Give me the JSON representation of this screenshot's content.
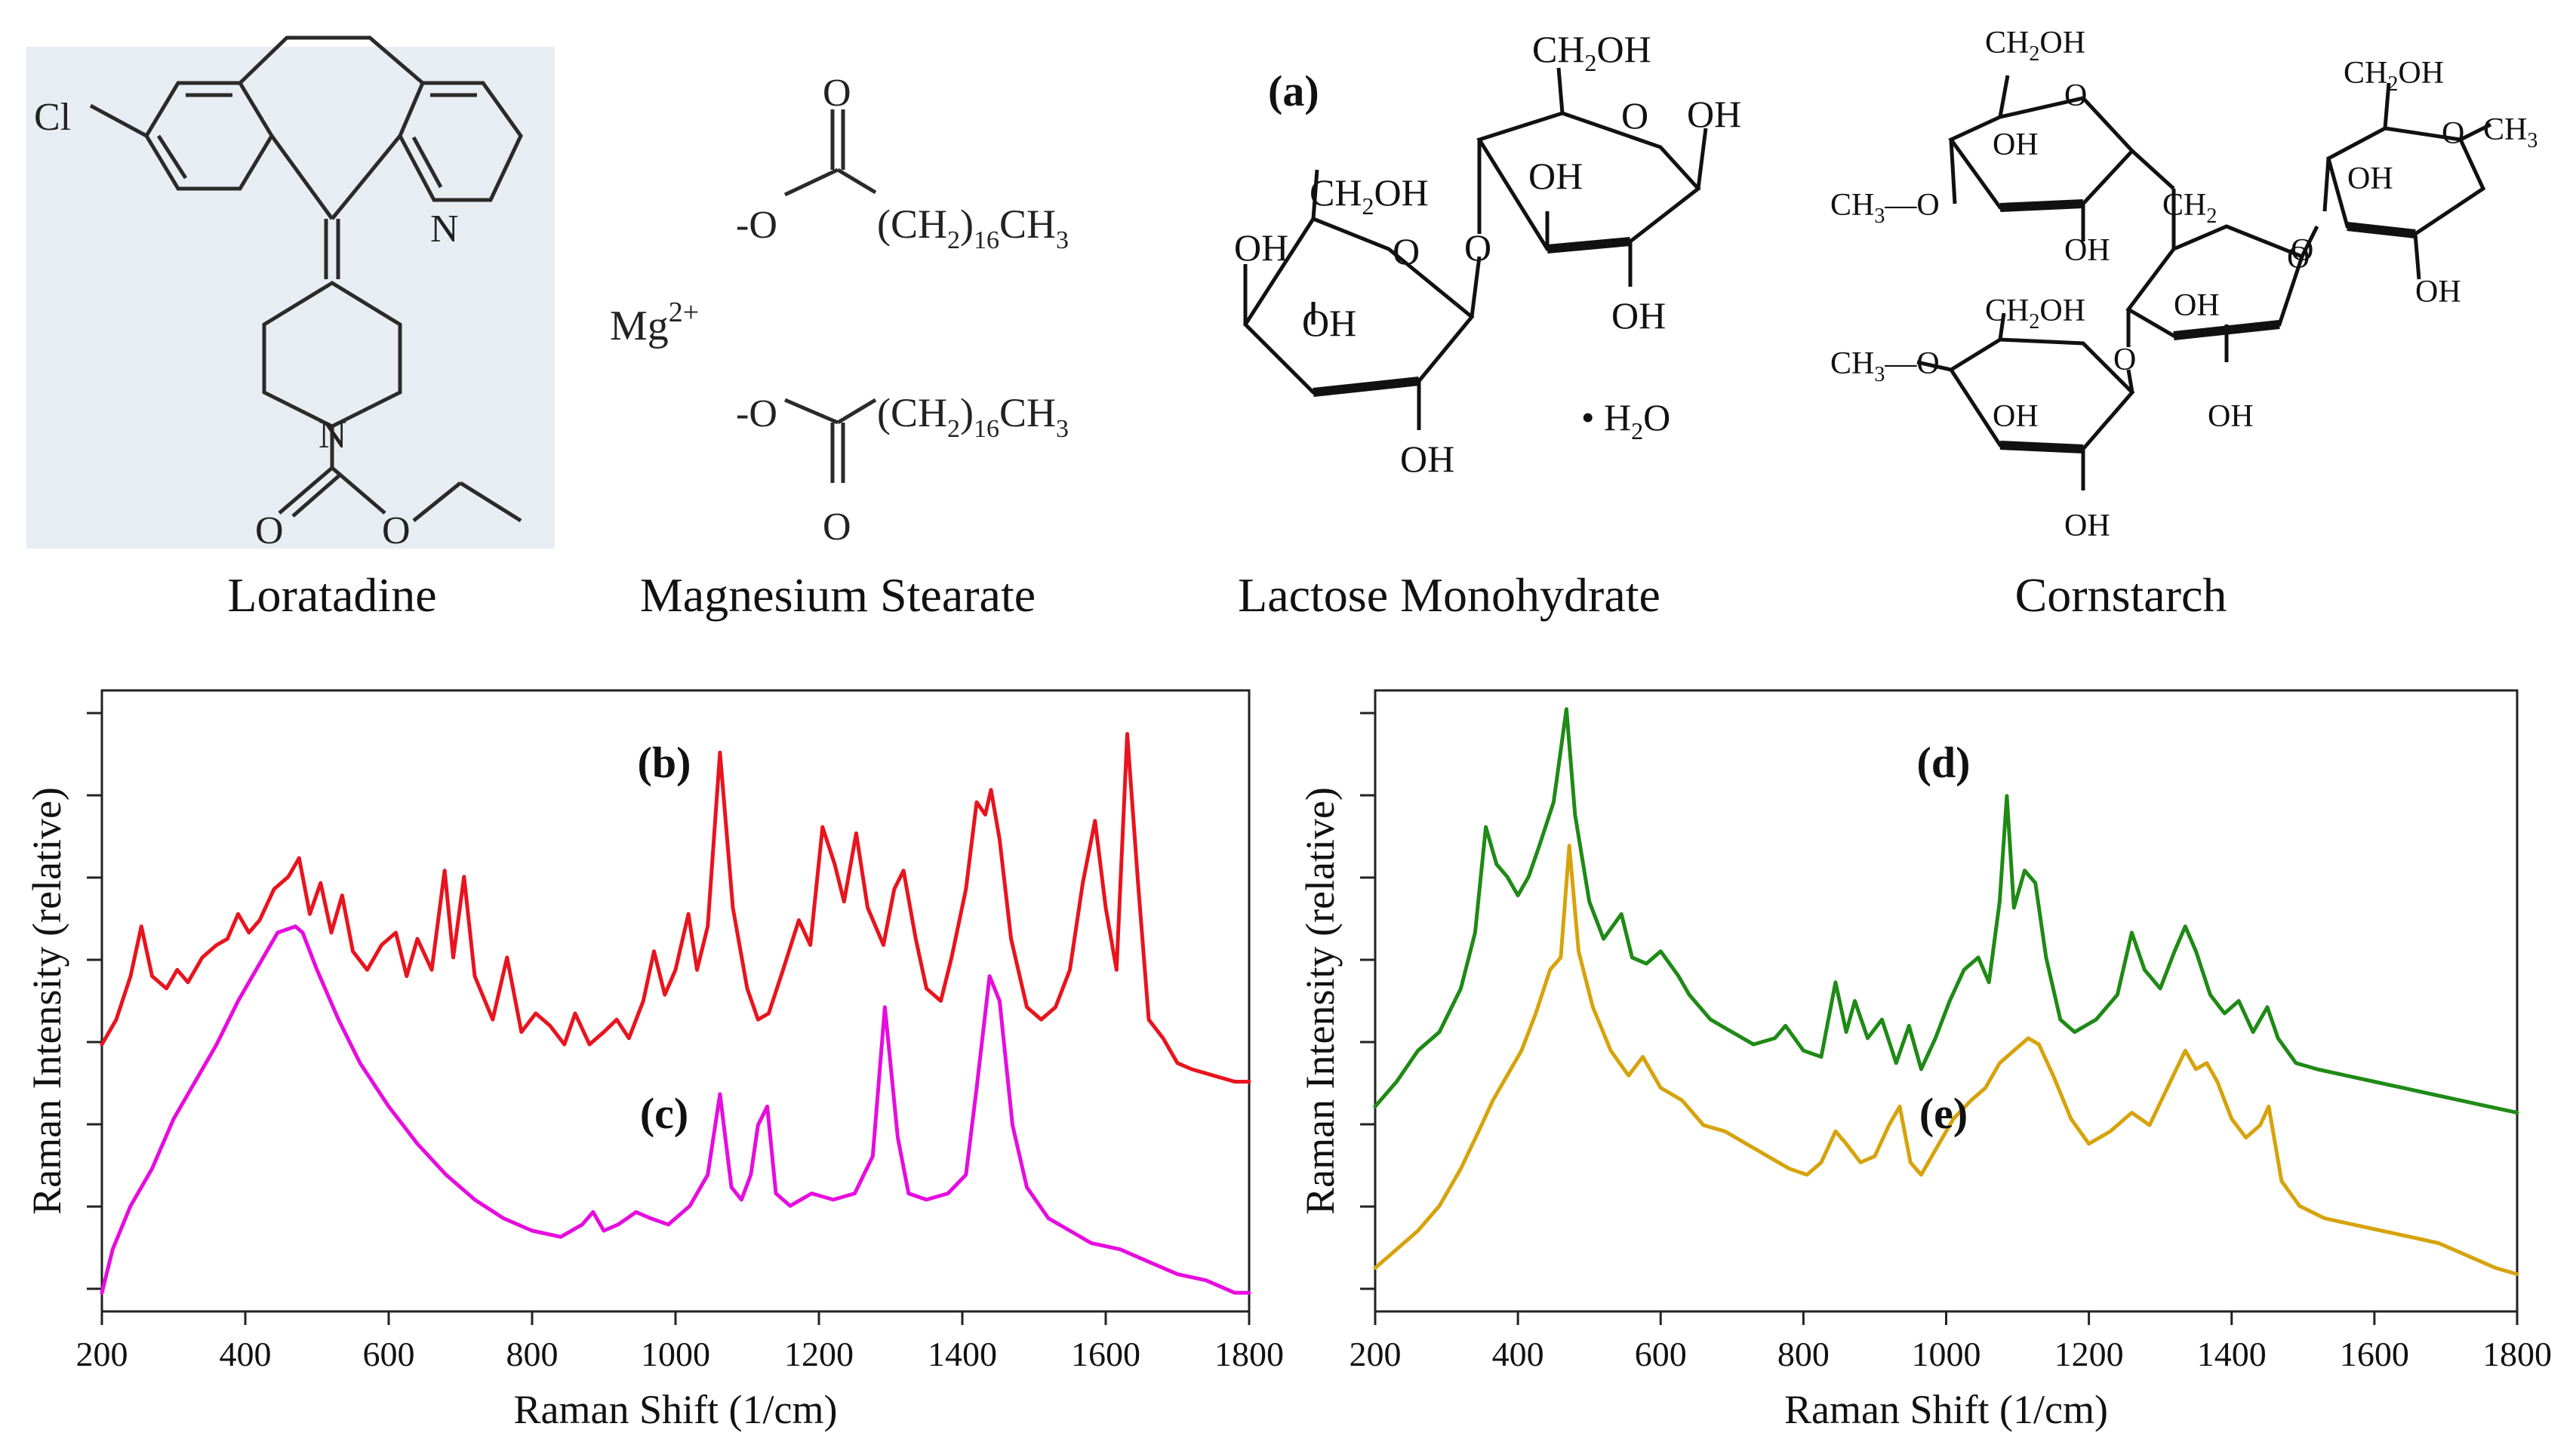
{
  "structures": {
    "panel_label": "(a)",
    "names": [
      "Loratadine",
      "Magnesium Stearate",
      "Lactose Monohydrate",
      "Cornstarch"
    ],
    "atoms": {
      "lor_cl": "Cl",
      "lor_n_pyr": "N",
      "lor_n_pip": "N",
      "lor_o1": "O",
      "lor_o2": "O",
      "mg": "Mg",
      "mg_charge": "2+",
      "ms_o_minus_top": "-O",
      "ms_chain_top": "(CH",
      "ms_sub2": "2",
      "ms_close": ")",
      "ms_sub16": "16",
      "ms_ch": "CH",
      "ms_sub3": "3",
      "ms_o_top": "O",
      "ms_o_bottom": "O",
      "ms_o_minus_bottom": "-O",
      "lac_ch2oh": "CH",
      "lac_oh": "OH",
      "lac_o": "O",
      "lac_h2o": "• H",
      "lac_h2o_o": "O",
      "cs_ch3o": "CH",
      "cs_ch2": "CH",
      "cs_oh": "OH",
      "cs_o": "O",
      "cs_ch2oh": "CH",
      "cs_ch3": "CH"
    }
  },
  "chart_data": [
    {
      "type": "line",
      "panel": "left",
      "xlabel": "Raman Shift (1/cm)",
      "ylabel": "Raman Intensity (relative)",
      "xlim": [
        200,
        1800
      ],
      "ylim": [
        0,
        1
      ],
      "xticks": [
        200,
        400,
        600,
        800,
        1000,
        1200,
        1400,
        1600,
        1800
      ],
      "grid": false,
      "annotations": [
        "(b)",
        "(c)"
      ],
      "series": [
        {
          "color": "#e8141e",
          "label": "(b)",
          "x": [
            200,
            220,
            240,
            255,
            270,
            290,
            305,
            320,
            340,
            360,
            375,
            390,
            405,
            420,
            440,
            460,
            475,
            490,
            505,
            520,
            535,
            550,
            570,
            590,
            610,
            625,
            640,
            660,
            678,
            690,
            705,
            720,
            745,
            765,
            785,
            805,
            825,
            845,
            860,
            880,
            900,
            918,
            935,
            955,
            970,
            985,
            1000,
            1018,
            1030,
            1045,
            1062,
            1080,
            1100,
            1115,
            1130,
            1150,
            1172,
            1188,
            1205,
            1222,
            1235,
            1252,
            1268,
            1290,
            1305,
            1318,
            1335,
            1350,
            1370,
            1385,
            1405,
            1420,
            1432,
            1440,
            1452,
            1468,
            1490,
            1510,
            1530,
            1550,
            1568,
            1585,
            1600,
            1615,
            1630,
            1645,
            1660,
            1680,
            1700,
            1720,
            1750,
            1780,
            1800
          ],
          "values": [
            0.43,
            0.47,
            0.54,
            0.62,
            0.54,
            0.52,
            0.55,
            0.53,
            0.57,
            0.59,
            0.6,
            0.64,
            0.61,
            0.63,
            0.68,
            0.7,
            0.73,
            0.64,
            0.69,
            0.61,
            0.67,
            0.58,
            0.55,
            0.59,
            0.61,
            0.54,
            0.6,
            0.55,
            0.71,
            0.57,
            0.7,
            0.54,
            0.47,
            0.57,
            0.45,
            0.48,
            0.46,
            0.43,
            0.48,
            0.43,
            0.45,
            0.47,
            0.44,
            0.5,
            0.58,
            0.51,
            0.55,
            0.64,
            0.55,
            0.62,
            0.9,
            0.65,
            0.52,
            0.47,
            0.48,
            0.55,
            0.63,
            0.59,
            0.78,
            0.72,
            0.66,
            0.77,
            0.65,
            0.59,
            0.68,
            0.71,
            0.6,
            0.52,
            0.5,
            0.57,
            0.68,
            0.82,
            0.8,
            0.84,
            0.76,
            0.6,
            0.49,
            0.47,
            0.49,
            0.55,
            0.69,
            0.79,
            0.65,
            0.55,
            0.93,
            0.69,
            0.47,
            0.44,
            0.4,
            0.39,
            0.38,
            0.37,
            0.37
          ]
        },
        {
          "color": "#e60cde",
          "label": "(c)",
          "x": [
            200,
            215,
            240,
            270,
            300,
            330,
            360,
            390,
            420,
            445,
            470,
            480,
            500,
            530,
            560,
            600,
            640,
            680,
            720,
            760,
            800,
            840,
            870,
            885,
            900,
            920,
            945,
            965,
            990,
            1020,
            1045,
            1062,
            1078,
            1092,
            1105,
            1115,
            1128,
            1140,
            1160,
            1190,
            1220,
            1250,
            1275,
            1292,
            1310,
            1325,
            1350,
            1380,
            1405,
            1420,
            1438,
            1452,
            1470,
            1490,
            1520,
            1550,
            1580,
            1620,
            1660,
            1700,
            1740,
            1780,
            1800
          ],
          "values": [
            0.03,
            0.1,
            0.17,
            0.23,
            0.31,
            0.37,
            0.43,
            0.5,
            0.56,
            0.61,
            0.62,
            0.61,
            0.55,
            0.47,
            0.4,
            0.33,
            0.27,
            0.22,
            0.18,
            0.15,
            0.13,
            0.12,
            0.14,
            0.16,
            0.13,
            0.14,
            0.16,
            0.15,
            0.14,
            0.17,
            0.22,
            0.35,
            0.2,
            0.18,
            0.22,
            0.3,
            0.33,
            0.19,
            0.17,
            0.19,
            0.18,
            0.19,
            0.25,
            0.49,
            0.28,
            0.19,
            0.18,
            0.19,
            0.22,
            0.36,
            0.54,
            0.5,
            0.3,
            0.2,
            0.15,
            0.13,
            0.11,
            0.1,
            0.08,
            0.06,
            0.05,
            0.03,
            0.03
          ]
        }
      ]
    },
    {
      "type": "line",
      "panel": "right",
      "xlabel": "Raman Shift (1/cm)",
      "ylabel": "Raman Intensity (relative)",
      "xlim": [
        200,
        1800
      ],
      "ylim": [
        0,
        1
      ],
      "xticks": [
        200,
        400,
        600,
        800,
        1000,
        1200,
        1400,
        1600,
        1800
      ],
      "grid": false,
      "annotations": [
        "(d)",
        "(e)"
      ],
      "series": [
        {
          "color": "#1f8a16",
          "label": "(d)",
          "x": [
            200,
            230,
            260,
            290,
            320,
            340,
            355,
            370,
            385,
            400,
            415,
            430,
            450,
            468,
            480,
            500,
            520,
            545,
            560,
            580,
            600,
            625,
            640,
            670,
            700,
            730,
            760,
            775,
            800,
            825,
            845,
            860,
            872,
            890,
            910,
            930,
            948,
            965,
            985,
            1005,
            1025,
            1045,
            1060,
            1075,
            1085,
            1095,
            1110,
            1125,
            1140,
            1160,
            1180,
            1210,
            1240,
            1260,
            1278,
            1300,
            1320,
            1335,
            1350,
            1370,
            1390,
            1410,
            1430,
            1450,
            1465,
            1490,
            1520,
            1560,
            1600,
            1640,
            1680,
            1720,
            1760,
            1800
          ],
          "values": [
            0.33,
            0.37,
            0.42,
            0.45,
            0.52,
            0.61,
            0.78,
            0.72,
            0.7,
            0.67,
            0.7,
            0.75,
            0.82,
            0.97,
            0.8,
            0.66,
            0.6,
            0.64,
            0.57,
            0.56,
            0.58,
            0.54,
            0.51,
            0.47,
            0.45,
            0.43,
            0.44,
            0.46,
            0.42,
            0.41,
            0.53,
            0.45,
            0.5,
            0.44,
            0.47,
            0.4,
            0.46,
            0.39,
            0.44,
            0.5,
            0.55,
            0.57,
            0.53,
            0.66,
            0.83,
            0.65,
            0.71,
            0.69,
            0.57,
            0.47,
            0.45,
            0.47,
            0.51,
            0.61,
            0.55,
            0.52,
            0.58,
            0.62,
            0.58,
            0.51,
            0.48,
            0.5,
            0.45,
            0.49,
            0.44,
            0.4,
            0.39,
            0.38,
            0.37,
            0.36,
            0.35,
            0.34,
            0.33,
            0.32
          ]
        },
        {
          "color": "#d6a30c",
          "label": "(e)",
          "x": [
            200,
            230,
            260,
            290,
            320,
            345,
            365,
            385,
            405,
            425,
            445,
            460,
            472,
            485,
            505,
            530,
            555,
            575,
            600,
            630,
            660,
            690,
            720,
            750,
            780,
            805,
            825,
            845,
            860,
            880,
            900,
            920,
            935,
            950,
            965,
            985,
            1010,
            1035,
            1055,
            1075,
            1095,
            1115,
            1130,
            1150,
            1175,
            1200,
            1230,
            1260,
            1285,
            1310,
            1335,
            1350,
            1365,
            1380,
            1400,
            1420,
            1440,
            1452,
            1470,
            1495,
            1530,
            1570,
            1610,
            1650,
            1690,
            1730,
            1770,
            1800
          ],
          "values": [
            0.07,
            0.1,
            0.13,
            0.17,
            0.23,
            0.29,
            0.34,
            0.38,
            0.42,
            0.48,
            0.55,
            0.57,
            0.75,
            0.58,
            0.49,
            0.42,
            0.38,
            0.41,
            0.36,
            0.34,
            0.3,
            0.29,
            0.27,
            0.25,
            0.23,
            0.22,
            0.24,
            0.29,
            0.27,
            0.24,
            0.25,
            0.3,
            0.33,
            0.24,
            0.22,
            0.26,
            0.31,
            0.34,
            0.36,
            0.4,
            0.42,
            0.44,
            0.43,
            0.38,
            0.31,
            0.27,
            0.29,
            0.32,
            0.3,
            0.36,
            0.42,
            0.39,
            0.4,
            0.37,
            0.31,
            0.28,
            0.3,
            0.33,
            0.21,
            0.17,
            0.15,
            0.14,
            0.13,
            0.12,
            0.11,
            0.09,
            0.07,
            0.06
          ]
        }
      ]
    }
  ]
}
